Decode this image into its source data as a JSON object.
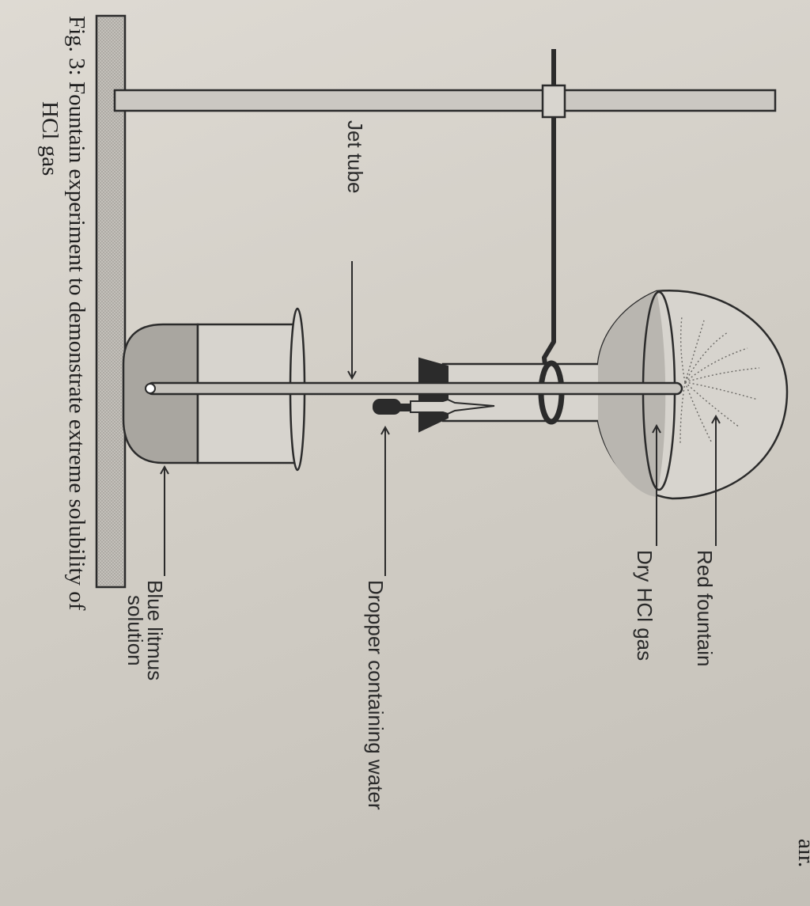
{
  "labels": {
    "red_fountain": "Red fountain",
    "dry_hcl_gas": "Dry HCl gas",
    "dropper": "Dropper containing water",
    "blue_litmus_line1": "Blue litmus",
    "blue_litmus_line2": "solution",
    "jet_tube": "Jet tube",
    "page_edge_text": "air."
  },
  "caption": {
    "line1": "Fig. 3: Fountain experiment to demonstrate extreme solubility of",
    "line2": "HCl gas"
  }
}
